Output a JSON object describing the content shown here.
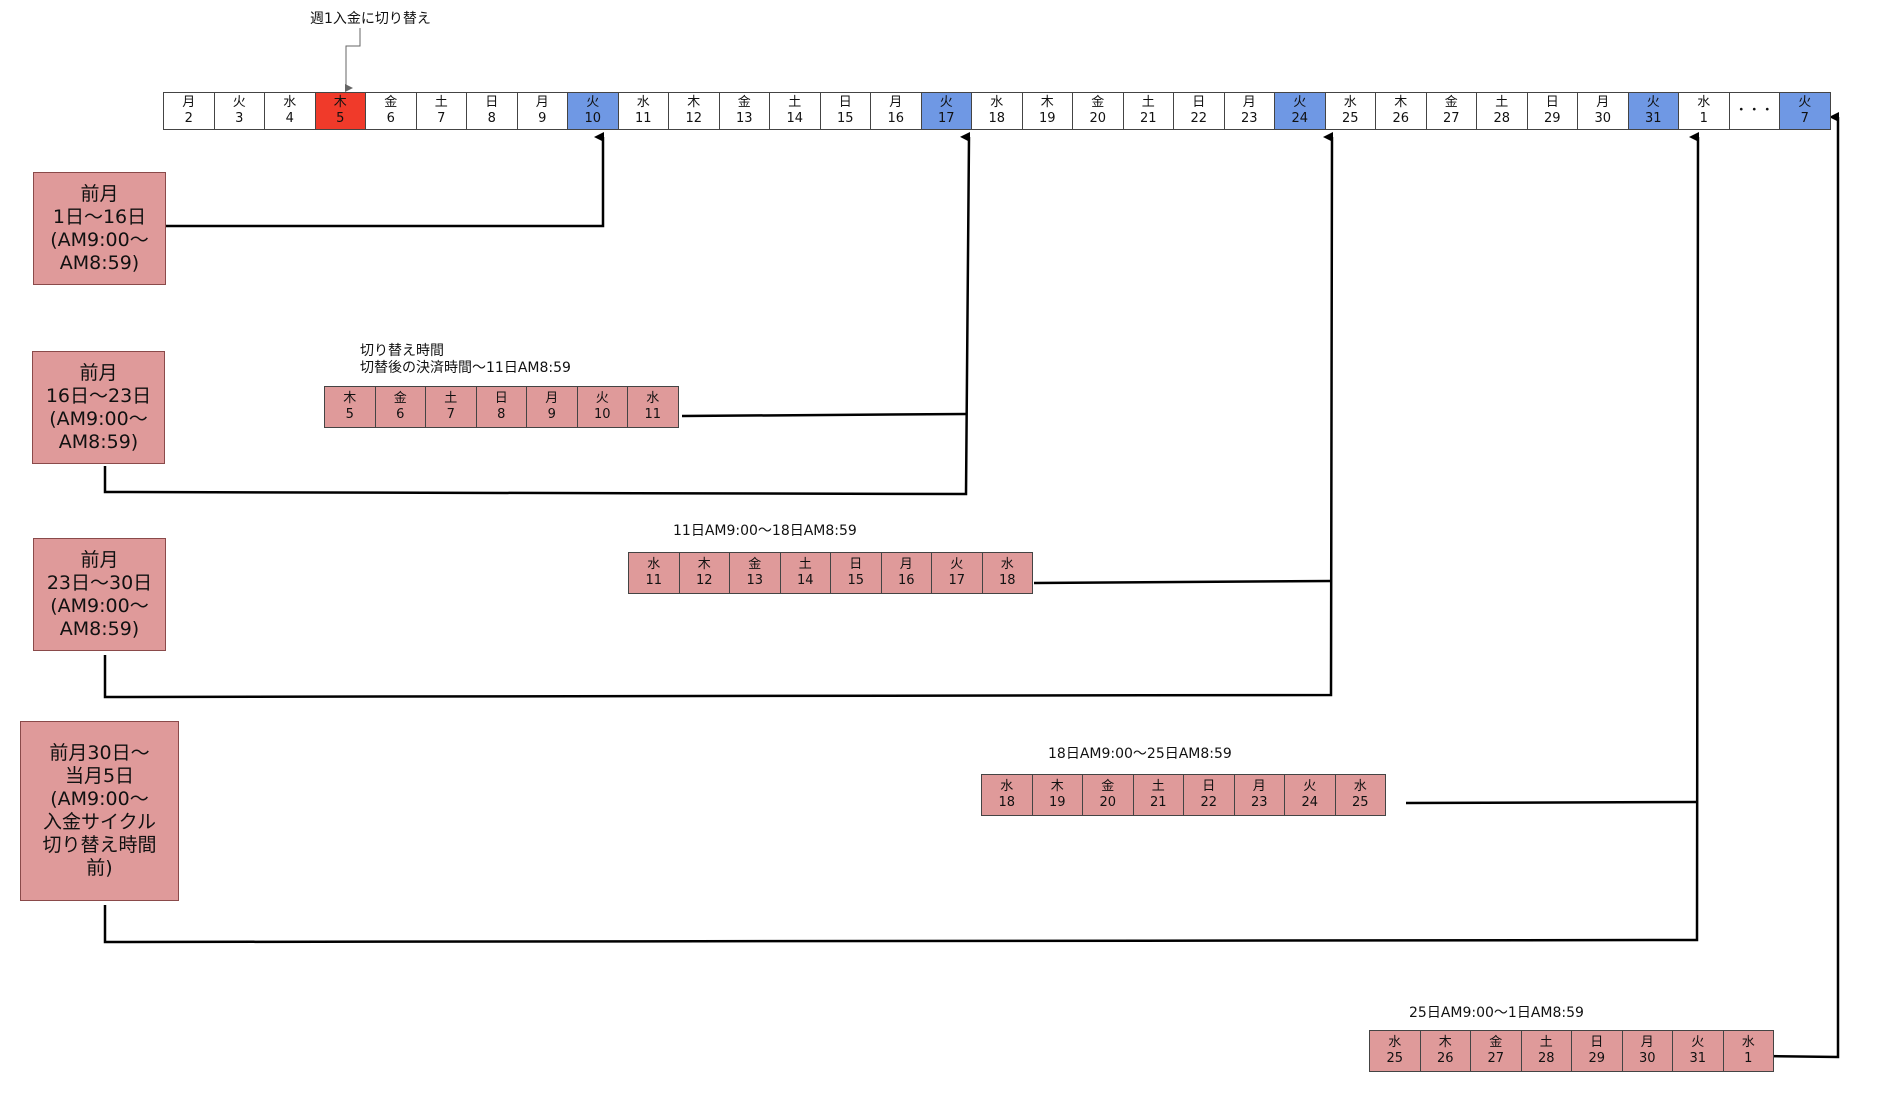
{
  "annotation": "週1入金に切り替え",
  "calendar": [
    {
      "w": "月",
      "d": "2"
    },
    {
      "w": "火",
      "d": "3"
    },
    {
      "w": "水",
      "d": "4"
    },
    {
      "w": "木",
      "d": "5",
      "mark": "red"
    },
    {
      "w": "金",
      "d": "6"
    },
    {
      "w": "土",
      "d": "7"
    },
    {
      "w": "日",
      "d": "8"
    },
    {
      "w": "月",
      "d": "9"
    },
    {
      "w": "火",
      "d": "10",
      "mark": "hl"
    },
    {
      "w": "水",
      "d": "11"
    },
    {
      "w": "木",
      "d": "12"
    },
    {
      "w": "金",
      "d": "13"
    },
    {
      "w": "土",
      "d": "14"
    },
    {
      "w": "日",
      "d": "15"
    },
    {
      "w": "月",
      "d": "16"
    },
    {
      "w": "火",
      "d": "17",
      "mark": "hl"
    },
    {
      "w": "水",
      "d": "18"
    },
    {
      "w": "木",
      "d": "19"
    },
    {
      "w": "金",
      "d": "20"
    },
    {
      "w": "土",
      "d": "21"
    },
    {
      "w": "日",
      "d": "22"
    },
    {
      "w": "月",
      "d": "23"
    },
    {
      "w": "火",
      "d": "24",
      "mark": "hl"
    },
    {
      "w": "水",
      "d": "25"
    },
    {
      "w": "木",
      "d": "26"
    },
    {
      "w": "金",
      "d": "27"
    },
    {
      "w": "土",
      "d": "28"
    },
    {
      "w": "日",
      "d": "29"
    },
    {
      "w": "月",
      "d": "30"
    },
    {
      "w": "火",
      "d": "31",
      "mark": "hl"
    },
    {
      "w": "水",
      "d": "1"
    },
    {
      "w": "・・・",
      "d": ""
    },
    {
      "w": "火",
      "d": "7",
      "mark": "hl"
    }
  ],
  "periods": [
    {
      "text": "前月\n1日～16日\n(AM9:00～\nAM8:59)"
    },
    {
      "text": "前月\n16日～23日\n(AM9:00～\nAM8:59)"
    },
    {
      "text": "前月\n23日～30日\n(AM9:00～\nAM8:59)"
    },
    {
      "text": "前月30日～\n当月5日\n(AM9:00～\n入金サイクル\n切り替え時間\n前)"
    }
  ],
  "windows": [
    {
      "label_1": "切り替え時間",
      "label_2": "切替後の決済時間～11日AM8:59",
      "cells": [
        {
          "w": "木",
          "d": "5"
        },
        {
          "w": "金",
          "d": "6"
        },
        {
          "w": "土",
          "d": "7"
        },
        {
          "w": "日",
          "d": "8"
        },
        {
          "w": "月",
          "d": "9"
        },
        {
          "w": "火",
          "d": "10"
        },
        {
          "w": "水",
          "d": "11"
        }
      ]
    },
    {
      "label_1": "11日AM9:00～18日AM8:59",
      "cells": [
        {
          "w": "水",
          "d": "11"
        },
        {
          "w": "木",
          "d": "12"
        },
        {
          "w": "金",
          "d": "13"
        },
        {
          "w": "土",
          "d": "14"
        },
        {
          "w": "日",
          "d": "15"
        },
        {
          "w": "月",
          "d": "16"
        },
        {
          "w": "火",
          "d": "17"
        },
        {
          "w": "水",
          "d": "18"
        }
      ]
    },
    {
      "label_1": "18日AM9:00～25日AM8:59",
      "cells": [
        {
          "w": "水",
          "d": "18"
        },
        {
          "w": "木",
          "d": "19"
        },
        {
          "w": "金",
          "d": "20"
        },
        {
          "w": "土",
          "d": "21"
        },
        {
          "w": "日",
          "d": "22"
        },
        {
          "w": "月",
          "d": "23"
        },
        {
          "w": "火",
          "d": "24"
        },
        {
          "w": "水",
          "d": "25"
        }
      ]
    },
    {
      "label_1": "25日AM9:00～1日AM8:59",
      "cells": [
        {
          "w": "水",
          "d": "25"
        },
        {
          "w": "木",
          "d": "26"
        },
        {
          "w": "金",
          "d": "27"
        },
        {
          "w": "土",
          "d": "28"
        },
        {
          "w": "日",
          "d": "29"
        },
        {
          "w": "月",
          "d": "30"
        },
        {
          "w": "火",
          "d": "31"
        },
        {
          "w": "水",
          "d": "1"
        }
      ]
    }
  ]
}
